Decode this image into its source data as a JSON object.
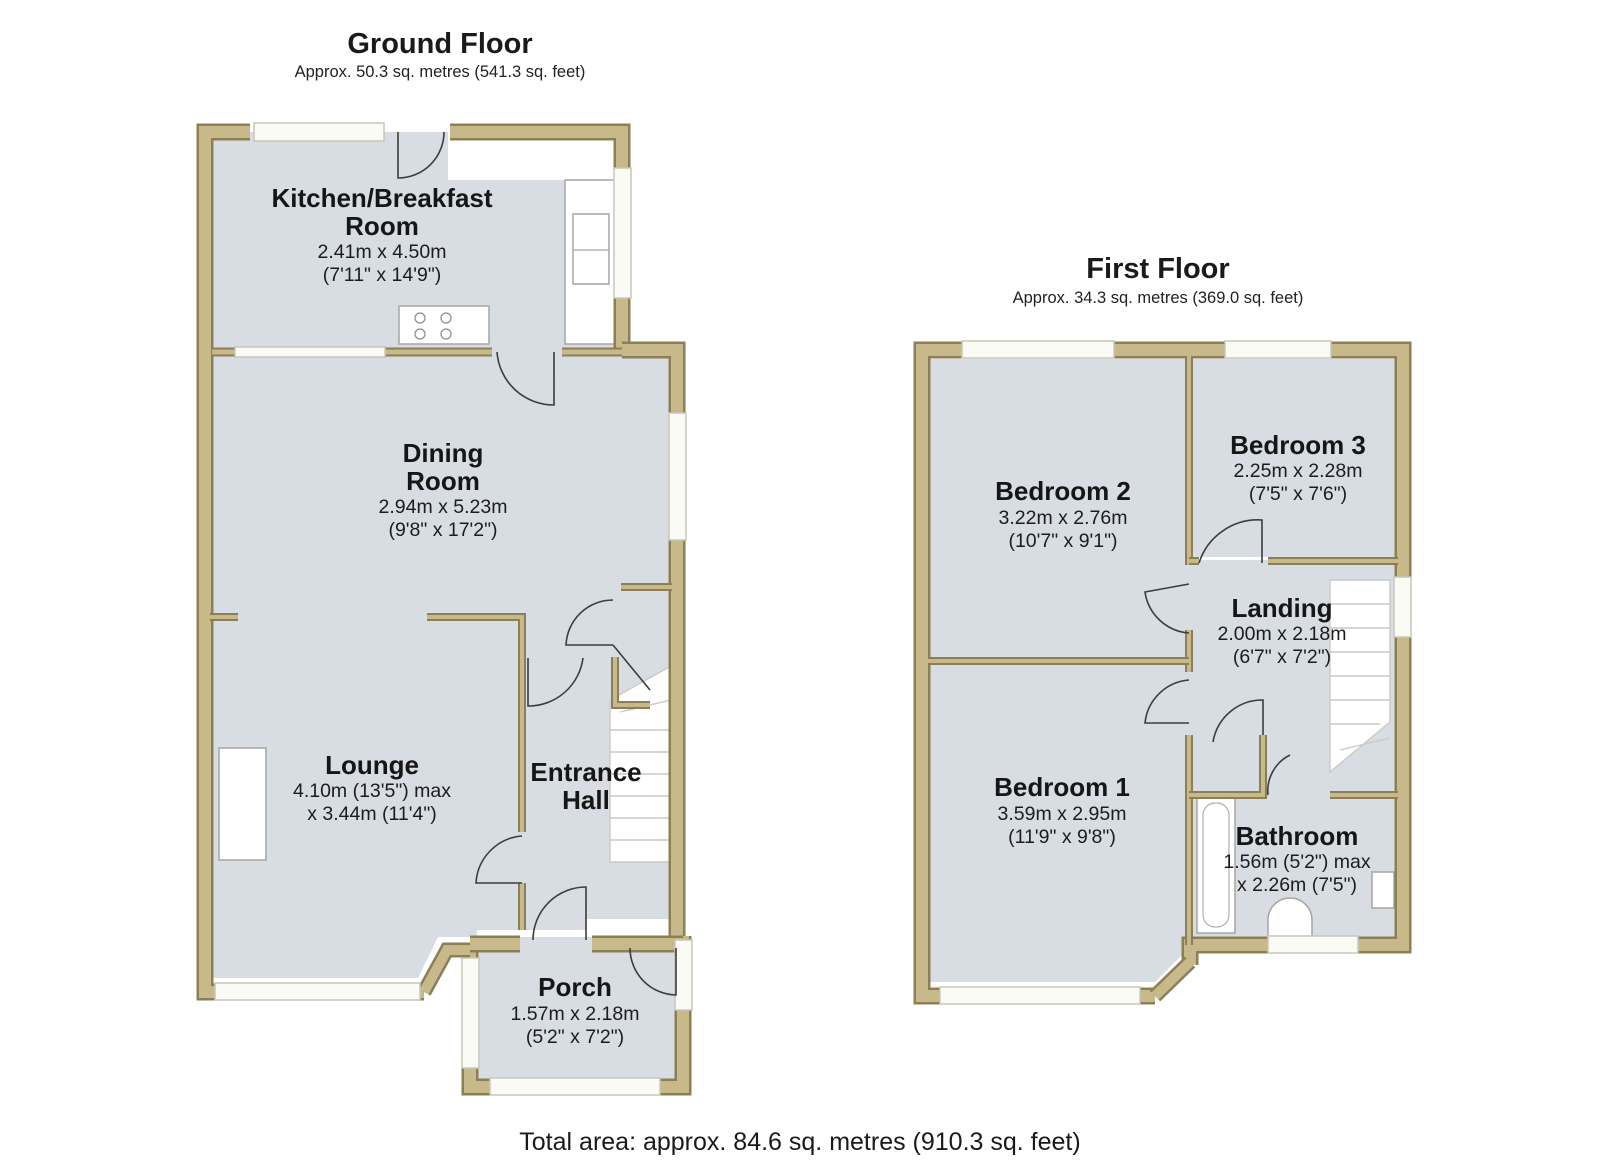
{
  "colors": {
    "wall": "#c8b98a",
    "wall_edge": "#8c7f55",
    "room_fill": "#d7dde3",
    "window": "#fbfbf6"
  },
  "ground_floor": {
    "title": "Ground Floor",
    "area": "Approx. 50.3 sq. metres (541.3 sq. feet)",
    "rooms": {
      "kitchen": {
        "name_line1": "Kitchen/Breakfast",
        "name_line2": "Room",
        "dim_metric": "2.41m x 4.50m",
        "dim_imperial": "(7'11\" x 14'9\")"
      },
      "dining": {
        "name_line1": "Dining",
        "name_line2": "Room",
        "dim_metric": "2.94m x 5.23m",
        "dim_imperial": "(9'8\" x 17'2\")"
      },
      "lounge": {
        "name": "Lounge",
        "dim_line1": "4.10m (13'5\") max",
        "dim_line2": "x 3.44m (11'4\")"
      },
      "entrance_hall": {
        "name_line1": "Entrance",
        "name_line2": "Hall"
      },
      "porch": {
        "name": "Porch",
        "dim_metric": "1.57m x 2.18m",
        "dim_imperial": "(5'2\" x 7'2\")"
      }
    }
  },
  "first_floor": {
    "title": "First Floor",
    "area": "Approx. 34.3 sq. metres (369.0 sq. feet)",
    "rooms": {
      "bedroom2": {
        "name": "Bedroom 2",
        "dim_metric": "3.22m x 2.76m",
        "dim_imperial": "(10'7\" x 9'1\")"
      },
      "bedroom3": {
        "name": "Bedroom 3",
        "dim_metric": "2.25m x 2.28m",
        "dim_imperial": "(7'5\" x 7'6\")"
      },
      "landing": {
        "name": "Landing",
        "dim_metric": "2.00m x 2.18m",
        "dim_imperial": "(6'7\" x 7'2\")"
      },
      "bedroom1": {
        "name": "Bedroom 1",
        "dim_metric": "3.59m x 2.95m",
        "dim_imperial": "(11'9\" x 9'8\")"
      },
      "bathroom": {
        "name": "Bathroom",
        "dim_line1": "1.56m (5'2\") max",
        "dim_line2": "x 2.26m (7'5\")"
      }
    }
  },
  "total_area": "Total area: approx. 84.6 sq. metres (910.3 sq. feet)"
}
